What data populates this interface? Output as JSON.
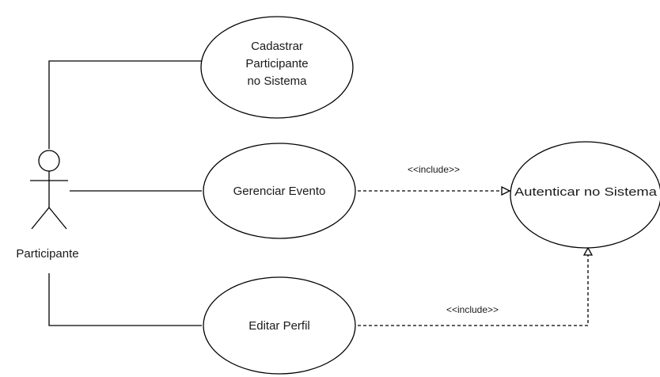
{
  "actor": {
    "name": "Participante"
  },
  "use_cases": {
    "cadastrar": {
      "lines": [
        "Cadastrar",
        "Participante",
        "no Sistema"
      ]
    },
    "gerenciar": {
      "label": "Gerenciar Evento"
    },
    "editar": {
      "label": "Editar Perfil"
    },
    "autenticar": {
      "label": "Autenticar no Sistema"
    }
  },
  "relations": {
    "include_1": "<<include>>",
    "include_2": "<<include>>"
  }
}
